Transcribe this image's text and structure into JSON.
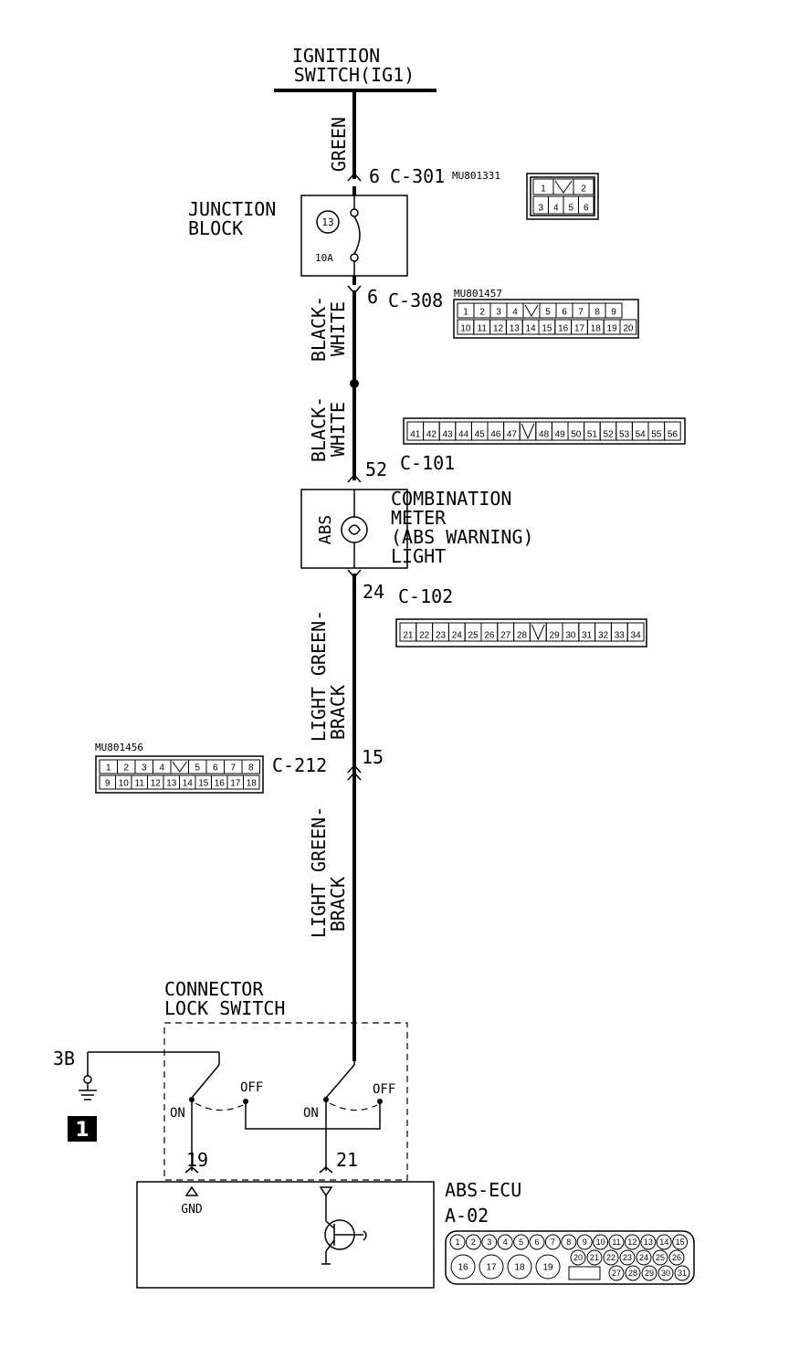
{
  "ignition": {
    "line1": "IGNITION",
    "line2": "SWITCH(IG1)"
  },
  "wire_labels": {
    "green": "GREEN",
    "black_white": [
      "BLACK-",
      "WHITE"
    ],
    "light_green_brack": [
      "LIGHT GREEN-",
      "BRACK"
    ]
  },
  "junction_block": {
    "line1": "JUNCTION",
    "line2": "BLOCK",
    "fuse_no": "13",
    "fuse_amp": "10A"
  },
  "pins": {
    "c301": "6",
    "c308": "6",
    "c101": "52",
    "c102": "24",
    "c212": "15",
    "ecu_gnd": "19",
    "ecu_sig": "21"
  },
  "connectors": {
    "c301": {
      "name": "C-301",
      "part": "MU801331",
      "row1": [
        "1",
        "",
        "2"
      ],
      "row2": [
        "3",
        "4",
        "5",
        "6"
      ]
    },
    "c308": {
      "name": "C-308",
      "part": "MU801457",
      "row1": [
        "1",
        "2",
        "3",
        "4",
        "",
        "5",
        "6",
        "7",
        "8",
        "9"
      ],
      "row2": [
        "10",
        "11",
        "12",
        "13",
        "14",
        "15",
        "16",
        "17",
        "18",
        "19",
        "20"
      ]
    },
    "c101": {
      "name": "C-101",
      "row1": [
        "41",
        "42",
        "43",
        "44",
        "45",
        "46",
        "47",
        "",
        "48",
        "49",
        "50",
        "51",
        "52",
        "53",
        "54",
        "55",
        "56"
      ]
    },
    "c102": {
      "name": "C-102",
      "row1": [
        "21",
        "22",
        "23",
        "24",
        "25",
        "26",
        "27",
        "28",
        "",
        "29",
        "30",
        "31",
        "32",
        "33",
        "34"
      ]
    },
    "c212": {
      "name": "C-212",
      "part": "MU801456",
      "row1": [
        "1",
        "2",
        "3",
        "4",
        "",
        "5",
        "6",
        "7",
        "8"
      ],
      "row2": [
        "9",
        "10",
        "11",
        "12",
        "13",
        "14",
        "15",
        "16",
        "17",
        "18"
      ]
    }
  },
  "combination_meter": {
    "line1": "COMBINATION",
    "line2": "METER",
    "line3": "(ABS WARNING)",
    "line4": "LIGHT",
    "abs_label": "ABS"
  },
  "lock_switch": {
    "line1": "CONNECTOR",
    "line2": "LOCK SWITCH",
    "on": "ON",
    "off": "OFF"
  },
  "ground": {
    "ref": "3B",
    "number": "1"
  },
  "abs_ecu": {
    "name": "ABS-ECU",
    "connector": "A-02",
    "gnd_label": "GND",
    "row1": [
      "1",
      "2",
      "3",
      "4",
      "5",
      "6",
      "7",
      "8",
      "9",
      "10",
      "11",
      "12",
      "13",
      "14",
      "15"
    ],
    "big": [
      "16",
      "17",
      "18",
      "19"
    ],
    "row2": [
      "20",
      "21",
      "22",
      "23",
      "24",
      "25",
      "26"
    ],
    "row3": [
      "27",
      "28",
      "29",
      "30",
      "31"
    ]
  }
}
